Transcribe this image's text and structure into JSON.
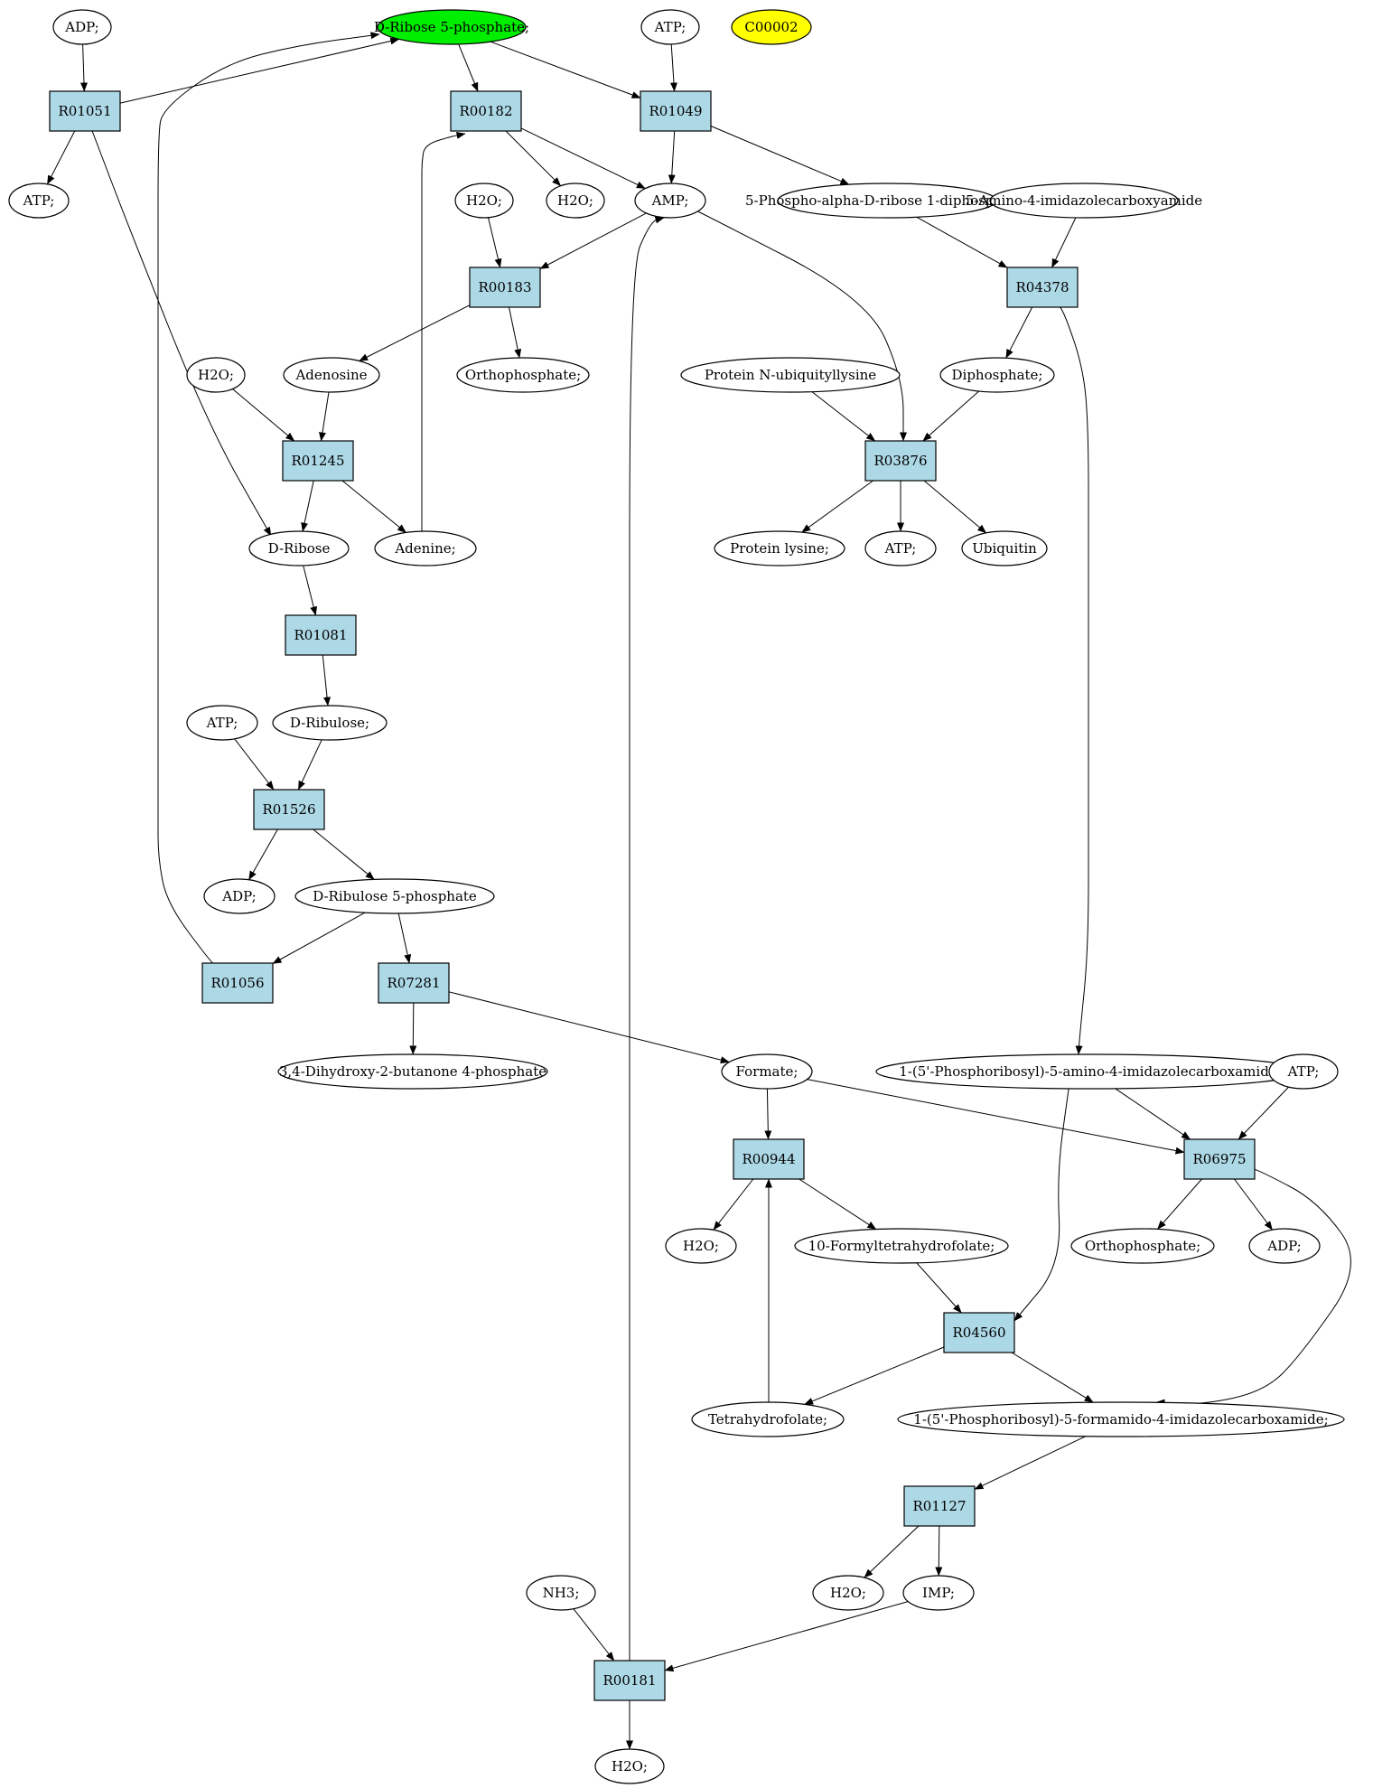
{
  "colors": {
    "reaction_fill": "#add8e6",
    "compound_fill": "#ffffff",
    "highlight_source": "#00ee00",
    "highlight_target": "#ffff00"
  },
  "nodes": {
    "adp_1": {
      "label": "ADP;",
      "kind": "compound"
    },
    "d_ribose_5_phosphate": {
      "label": "D-Ribose 5-phosphate;",
      "kind": "compound",
      "highlight": "source"
    },
    "atp_1": {
      "label": "ATP;",
      "kind": "compound"
    },
    "c00002": {
      "label": "C00002",
      "kind": "compound",
      "highlight": "target"
    },
    "r01051": {
      "label": "R01051",
      "kind": "reaction"
    },
    "r00182": {
      "label": "R00182",
      "kind": "reaction"
    },
    "r01049": {
      "label": "R01049",
      "kind": "reaction"
    },
    "atp_2": {
      "label": "ATP;",
      "kind": "compound"
    },
    "h2o_1": {
      "label": "H2O;",
      "kind": "compound"
    },
    "h2o_2": {
      "label": "H2O;",
      "kind": "compound"
    },
    "amp": {
      "label": "AMP;",
      "kind": "compound"
    },
    "prpp": {
      "label": "5-Phospho-alpha-D-ribose 1-diphosphate;",
      "kind": "compound"
    },
    "aica": {
      "label": "5-Amino-4-imidazolecarboxyamide",
      "kind": "compound"
    },
    "r00183": {
      "label": "R00183",
      "kind": "reaction"
    },
    "r04378": {
      "label": "R04378",
      "kind": "reaction"
    },
    "h2o_3": {
      "label": "H2O;",
      "kind": "compound"
    },
    "adenosine": {
      "label": "Adenosine",
      "kind": "compound"
    },
    "orthophosphate_1": {
      "label": "Orthophosphate;",
      "kind": "compound"
    },
    "protein_n_ubiquityllysine": {
      "label": "Protein N-ubiquityllysine",
      "kind": "compound"
    },
    "diphosphate": {
      "label": "Diphosphate;",
      "kind": "compound"
    },
    "r01245": {
      "label": "R01245",
      "kind": "reaction"
    },
    "r03876": {
      "label": "R03876",
      "kind": "reaction"
    },
    "d_ribose": {
      "label": "D-Ribose",
      "kind": "compound"
    },
    "adenine": {
      "label": "Adenine;",
      "kind": "compound"
    },
    "protein_lysine": {
      "label": "Protein lysine;",
      "kind": "compound"
    },
    "atp_3": {
      "label": "ATP;",
      "kind": "compound"
    },
    "ubiquitin": {
      "label": "Ubiquitin",
      "kind": "compound"
    },
    "r01081": {
      "label": "R01081",
      "kind": "reaction"
    },
    "atp_4": {
      "label": "ATP;",
      "kind": "compound"
    },
    "d_ribulose": {
      "label": "D-Ribulose;",
      "kind": "compound"
    },
    "r01526": {
      "label": "R01526",
      "kind": "reaction"
    },
    "adp_2": {
      "label": "ADP;",
      "kind": "compound"
    },
    "d_ribulose_5_phosphate": {
      "label": "D-Ribulose 5-phosphate",
      "kind": "compound"
    },
    "r01056": {
      "label": "R01056",
      "kind": "reaction"
    },
    "r07281": {
      "label": "R07281",
      "kind": "reaction"
    },
    "dhbp": {
      "label": "3,4-Dihydroxy-2-butanone 4-phosphate",
      "kind": "compound"
    },
    "formate": {
      "label": "Formate;",
      "kind": "compound"
    },
    "aicar": {
      "label": "1-(5'-Phosphoribosyl)-5-amino-4-imidazolecarboxamide;",
      "kind": "compound"
    },
    "atp_5": {
      "label": "ATP;",
      "kind": "compound"
    },
    "r00944": {
      "label": "R00944",
      "kind": "reaction"
    },
    "r06975": {
      "label": "R06975",
      "kind": "reaction"
    },
    "h2o_4": {
      "label": "H2O;",
      "kind": "compound"
    },
    "formyl_thf": {
      "label": "10-Formyltetrahydrofolate;",
      "kind": "compound"
    },
    "orthophosphate_2": {
      "label": "Orthophosphate;",
      "kind": "compound"
    },
    "adp_3": {
      "label": "ADP;",
      "kind": "compound"
    },
    "r04560": {
      "label": "R04560",
      "kind": "reaction"
    },
    "thf": {
      "label": "Tetrahydrofolate;",
      "kind": "compound"
    },
    "faicar": {
      "label": "1-(5'-Phosphoribosyl)-5-formamido-4-imidazolecarboxamide;",
      "kind": "compound"
    },
    "r01127": {
      "label": "R01127",
      "kind": "reaction"
    },
    "nh3": {
      "label": "NH3;",
      "kind": "compound"
    },
    "h2o_5": {
      "label": "H2O;",
      "kind": "compound"
    },
    "imp": {
      "label": "IMP;",
      "kind": "compound"
    },
    "r00181": {
      "label": "R00181",
      "kind": "reaction"
    },
    "h2o_6": {
      "label": "H2O;",
      "kind": "compound"
    }
  },
  "edges": [
    [
      "adp_1",
      "r01051"
    ],
    [
      "r01051",
      "d_ribose_5_phosphate"
    ],
    [
      "r01051",
      "atp_2"
    ],
    [
      "r01051",
      "d_ribose"
    ],
    [
      "d_ribose_5_phosphate",
      "r00182"
    ],
    [
      "d_ribose_5_phosphate",
      "r01049"
    ],
    [
      "atp_1",
      "r01049"
    ],
    [
      "r01049",
      "amp"
    ],
    [
      "r01049",
      "prpp"
    ],
    [
      "r00182",
      "h2o_2"
    ],
    [
      "r00182",
      "amp"
    ],
    [
      "h2o_1",
      "r00183"
    ],
    [
      "amp",
      "r00183"
    ],
    [
      "amp",
      "r03876"
    ],
    [
      "r00183",
      "adenosine"
    ],
    [
      "r00183",
      "orthophosphate_1"
    ],
    [
      "prpp",
      "r04378"
    ],
    [
      "aica",
      "r04378"
    ],
    [
      "r04378",
      "diphosphate"
    ],
    [
      "r04378",
      "aicar"
    ],
    [
      "h2o_3",
      "r01245"
    ],
    [
      "adenosine",
      "r01245"
    ],
    [
      "r01245",
      "d_ribose"
    ],
    [
      "r01245",
      "adenine"
    ],
    [
      "adenine",
      "r00182"
    ],
    [
      "protein_n_ubiquityllysine",
      "r03876"
    ],
    [
      "diphosphate",
      "r03876"
    ],
    [
      "r03876",
      "protein_lysine"
    ],
    [
      "r03876",
      "atp_3"
    ],
    [
      "r03876",
      "ubiquitin"
    ],
    [
      "d_ribose",
      "r01081"
    ],
    [
      "r01081",
      "d_ribulose"
    ],
    [
      "atp_4",
      "r01526"
    ],
    [
      "d_ribulose",
      "r01526"
    ],
    [
      "r01526",
      "adp_2"
    ],
    [
      "r01526",
      "d_ribulose_5_phosphate"
    ],
    [
      "d_ribulose_5_phosphate",
      "r01056"
    ],
    [
      "d_ribulose_5_phosphate",
      "r07281"
    ],
    [
      "r01056",
      "d_ribose_5_phosphate"
    ],
    [
      "r07281",
      "dhbp"
    ],
    [
      "r07281",
      "formate"
    ],
    [
      "formate",
      "r00944"
    ],
    [
      "formate",
      "r06975"
    ],
    [
      "aicar",
      "r06975"
    ],
    [
      "aicar",
      "r04560"
    ],
    [
      "atp_5",
      "r06975"
    ],
    [
      "r00944",
      "h2o_4"
    ],
    [
      "r00944",
      "formyl_thf"
    ],
    [
      "r06975",
      "orthophosphate_2"
    ],
    [
      "r06975",
      "adp_3"
    ],
    [
      "r06975",
      "faicar"
    ],
    [
      "formyl_thf",
      "r04560"
    ],
    [
      "r04560",
      "thf"
    ],
    [
      "r04560",
      "faicar"
    ],
    [
      "thf",
      "r00944"
    ],
    [
      "faicar",
      "r01127"
    ],
    [
      "r01127",
      "h2o_5"
    ],
    [
      "r01127",
      "imp"
    ],
    [
      "nh3",
      "r00181"
    ],
    [
      "imp",
      "r00181"
    ],
    [
      "r00181",
      "h2o_6"
    ],
    [
      "r00181",
      "amp"
    ]
  ]
}
